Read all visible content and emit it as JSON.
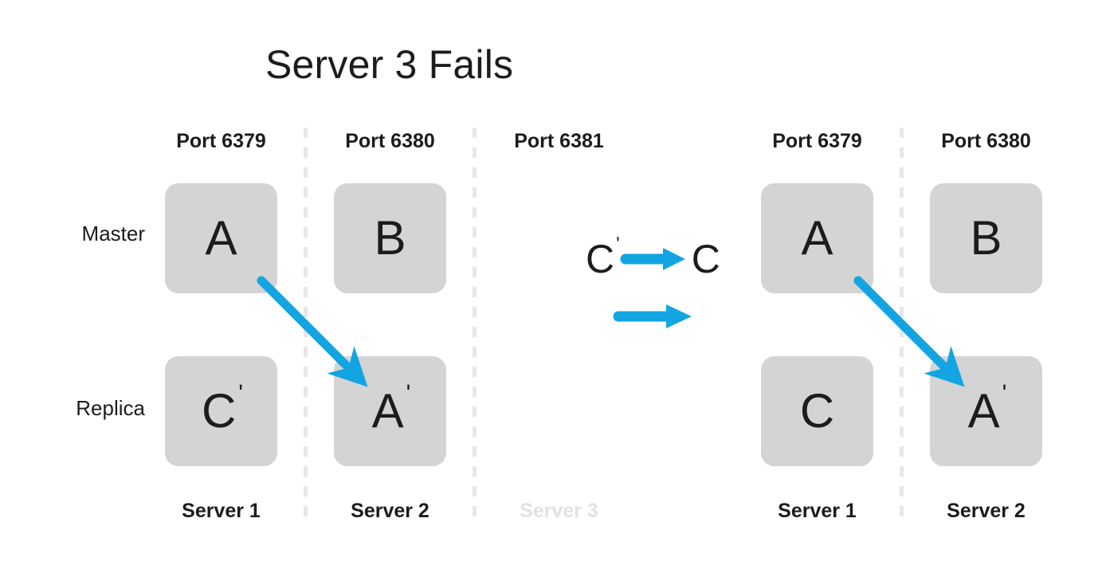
{
  "title": "Server 3 Fails",
  "colors": {
    "accent": "#12a5e2",
    "node_fill": "#d4d4d4",
    "divider": "#e7e7e7",
    "faded_text": "#e2e2e2",
    "text": "#1c1c1c"
  },
  "rows": {
    "master_label": "Master",
    "replica_label": "Replica"
  },
  "left_cluster": {
    "columns": [
      {
        "port": "Port 6379",
        "server": "Server 1",
        "failed": false,
        "master": {
          "letter": "A",
          "prime": ""
        },
        "replica": {
          "letter": "C",
          "prime": "ʹ"
        }
      },
      {
        "port": "Port 6380",
        "server": "Server 2",
        "failed": false,
        "master": {
          "letter": "B",
          "prime": ""
        },
        "replica": {
          "letter": "A",
          "prime": "ʹ"
        }
      },
      {
        "port": "Port 6381",
        "server": "Server 3",
        "failed": true,
        "master": {
          "letter": "",
          "prime": ""
        },
        "replica": {
          "letter": "",
          "prime": ""
        }
      }
    ]
  },
  "right_cluster": {
    "columns": [
      {
        "port": "Port 6379",
        "server": "Server 1",
        "failed": false,
        "master": {
          "letter": "A",
          "prime": ""
        },
        "replica": {
          "letter": "C",
          "prime": ""
        }
      },
      {
        "port": "Port 6380",
        "server": "Server 2",
        "failed": false,
        "master": {
          "letter": "B",
          "prime": ""
        },
        "replica": {
          "letter": "A",
          "prime": "ʹ"
        }
      }
    ]
  },
  "transition": {
    "from_letter": "C",
    "from_prime": "ʹ",
    "to_letter": "C",
    "to_prime": "",
    "arrow_icon": "right-arrow-icon",
    "state_arrow_icon": "right-arrow-icon"
  },
  "replication_arrows": {
    "icon": "diagonal-arrow-icon",
    "left_label": "A to A-prime replication",
    "right_label": "A to A-prime replication"
  }
}
